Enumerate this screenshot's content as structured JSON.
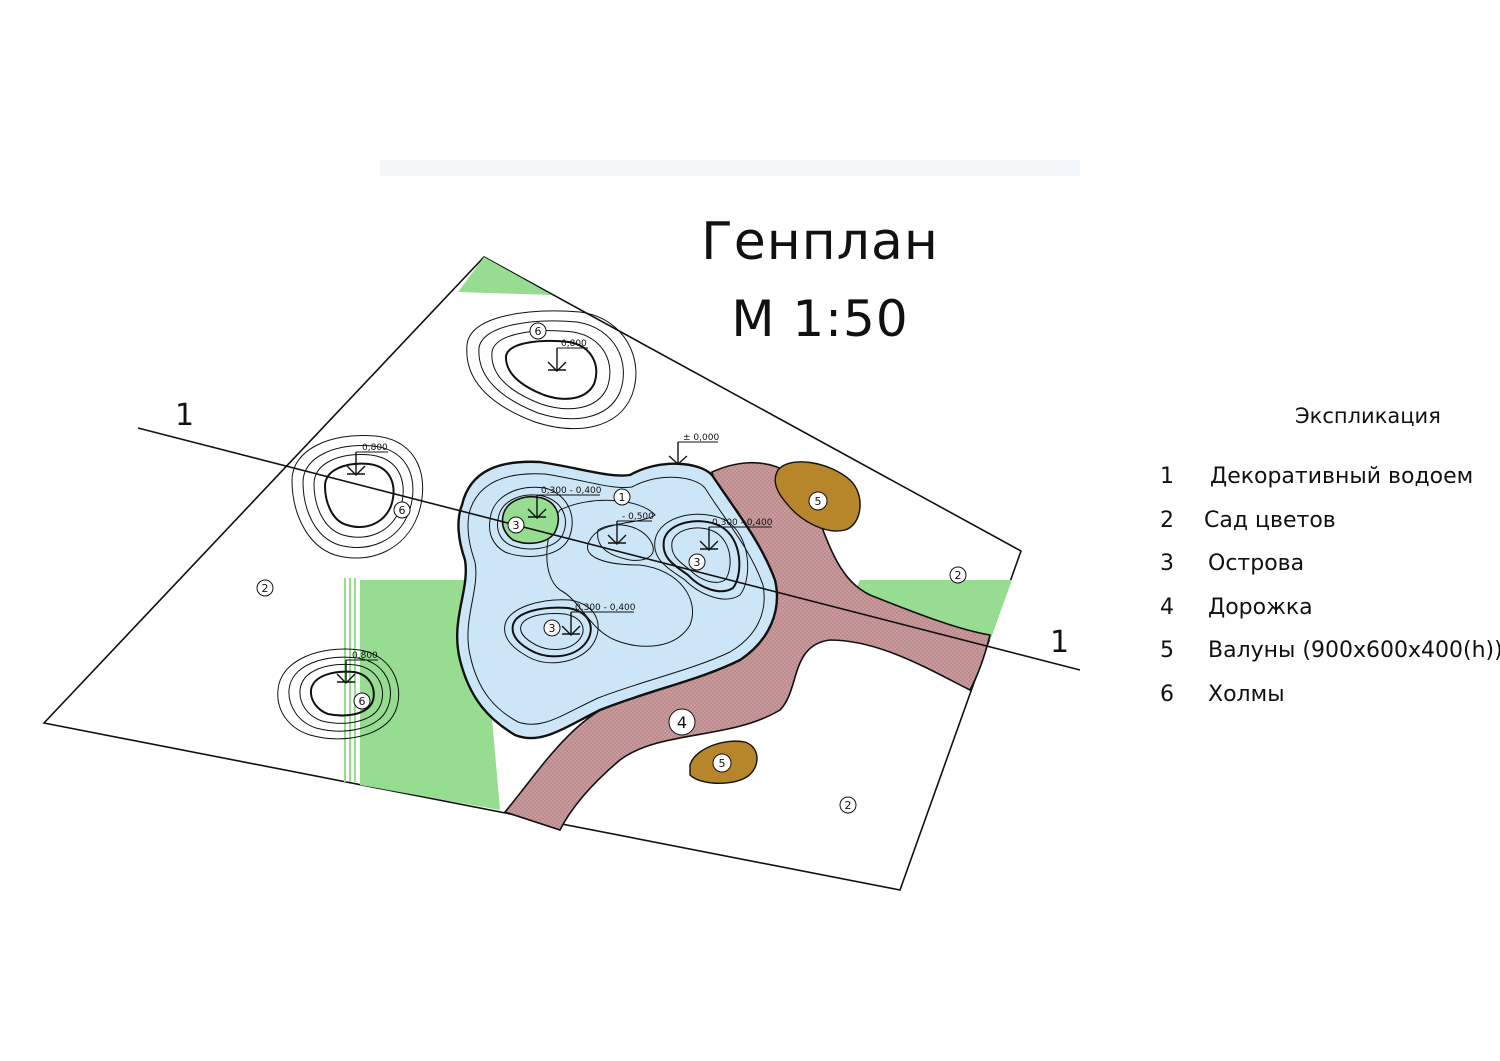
{
  "title": {
    "line1": "Генплан",
    "line2": "М 1:50"
  },
  "legend": {
    "heading": "Экспликация",
    "items": [
      {
        "num": "1",
        "label": "Декоративный водоем"
      },
      {
        "num": "2",
        "label": "Сад цветов"
      },
      {
        "num": "3",
        "label": "Острова"
      },
      {
        "num": "4",
        "label": "Дорожка"
      },
      {
        "num": "5",
        "label": "Валуны (900х600х400(h))"
      },
      {
        "num": "6",
        "label": "Холмы"
      }
    ]
  },
  "section": {
    "left_label": "1",
    "right_label": "1"
  },
  "levels": {
    "zero": "± 0,000",
    "hill_top": "0,800",
    "pond_center": "- 0,500",
    "island_1": "0,300 - 0,400",
    "island_2": "0,300 - 0,400",
    "island_3": "0,300 - 0,400"
  },
  "markers": {
    "pond": "1",
    "garden": "2",
    "island": "3",
    "path": "4",
    "boulder": "5",
    "hill": "6"
  },
  "colors": {
    "water": "#cde6f7",
    "lawn": "#96dd92",
    "path": "#c99a9c",
    "boulder": "#b8862a",
    "line": "#111111"
  }
}
